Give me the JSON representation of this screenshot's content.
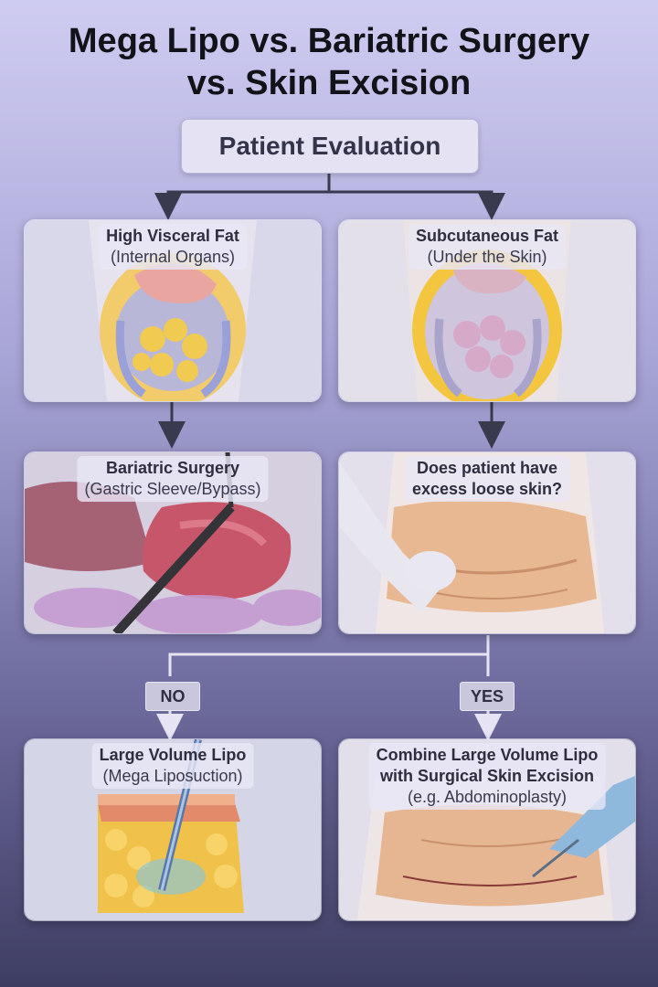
{
  "title": {
    "line1": "Mega Lipo vs. Bariatric Surgery",
    "line2": "vs. Skin Excision"
  },
  "root": {
    "label": "Patient Evaluation"
  },
  "nodes": {
    "visceral": {
      "main": "High Visceral Fat",
      "sub": "(Internal Organs)"
    },
    "subcutaneous": {
      "main": "Subcutaneous Fat",
      "sub": "(Under the Skin)"
    },
    "bariatric": {
      "main": "Bariatric Surgery",
      "sub": "(Gastric Sleeve/Bypass)"
    },
    "loose_skin": {
      "line1": "Does patient have",
      "line2": "excess loose skin?"
    },
    "large_lipo": {
      "main": "Large Volume Lipo",
      "sub": "(Mega Liposuction)"
    },
    "combine": {
      "line1": "Combine Large Volume Lipo",
      "line2": "with Surgical Skin Excision",
      "sub": "(e.g. Abdominoplasty)"
    }
  },
  "branches": {
    "no": "NO",
    "yes": "YES"
  },
  "colors": {
    "connector_dark": "#3a3a4e",
    "connector_light": "#e6e4f4",
    "fat_yellow": "#f2c94c",
    "stomach": "#c8566a"
  }
}
